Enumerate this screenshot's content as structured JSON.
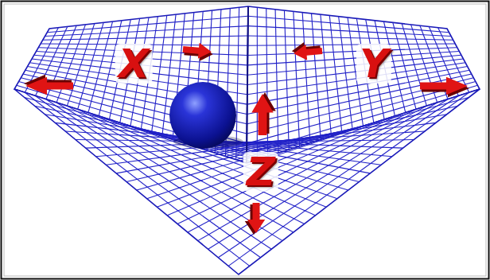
{
  "diagram": {
    "labels": [
      "X",
      "Y",
      "Z"
    ]
  }
}
